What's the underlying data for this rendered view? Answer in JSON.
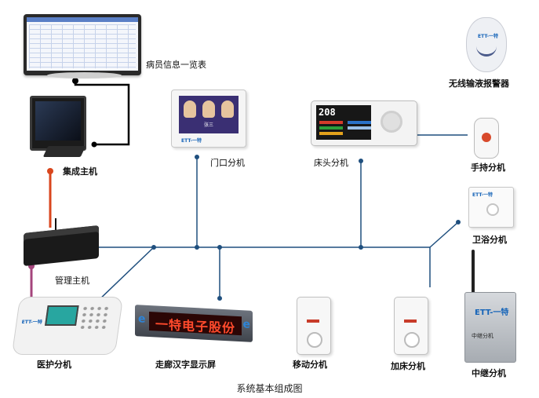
{
  "diagram": {
    "caption": "系统基本组成图",
    "brand_mark": "ETT-一特",
    "repeater_text": "中继分机",
    "door_name": "张三",
    "bedside_number": "208",
    "led_text": "一特电子股份",
    "nodes": [
      {
        "id": "patient-info-list",
        "label": "病员信息一览表"
      },
      {
        "id": "integrated-host",
        "label": "集成主机"
      },
      {
        "id": "manager-host",
        "label": "管理主机"
      },
      {
        "id": "nurse-station-unit",
        "label": "医护分机"
      },
      {
        "id": "door-unit",
        "label": "门口分机"
      },
      {
        "id": "bedside-unit",
        "label": "床头分机"
      },
      {
        "id": "infusion-alarm",
        "label": "无线输液报警器"
      },
      {
        "id": "handheld-unit",
        "label": "手持分机"
      },
      {
        "id": "bathroom-unit",
        "label": "卫浴分机"
      },
      {
        "id": "corridor-display",
        "label": "走廊汉字显示屏"
      },
      {
        "id": "mobile-unit",
        "label": "移动分机"
      },
      {
        "id": "extra-bed-unit",
        "label": "加床分机"
      },
      {
        "id": "repeater-unit",
        "label": "中继分机"
      }
    ],
    "colors": {
      "bus": "#1f4f7e",
      "monitor_link": "#000000",
      "manager_link": "#d9461d",
      "nurse_link": "#a4457c",
      "brand": "#1463b8"
    }
  }
}
